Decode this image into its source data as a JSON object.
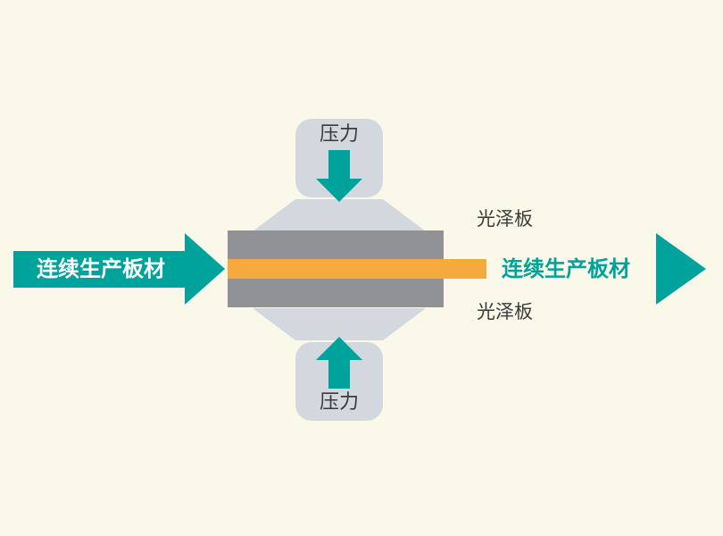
{
  "diagram": {
    "title": "continuous-press-production-diagram",
    "left_flow_label": "连续生产板材",
    "right_flow_label": "连续生产板材",
    "top_pressure_label": "压力",
    "bottom_pressure_label": "压力",
    "gloss_plate_top_label": "光泽板",
    "gloss_plate_bottom_label": "光泽板"
  },
  "colors": {
    "background": "#faf8e9",
    "teal": "#00a39b",
    "orange": "#f6a93f",
    "plate_gray": "#909296",
    "machine_gray": "#d2d8de",
    "label_dark": "#3a3a3a",
    "white": "#ffffff"
  }
}
